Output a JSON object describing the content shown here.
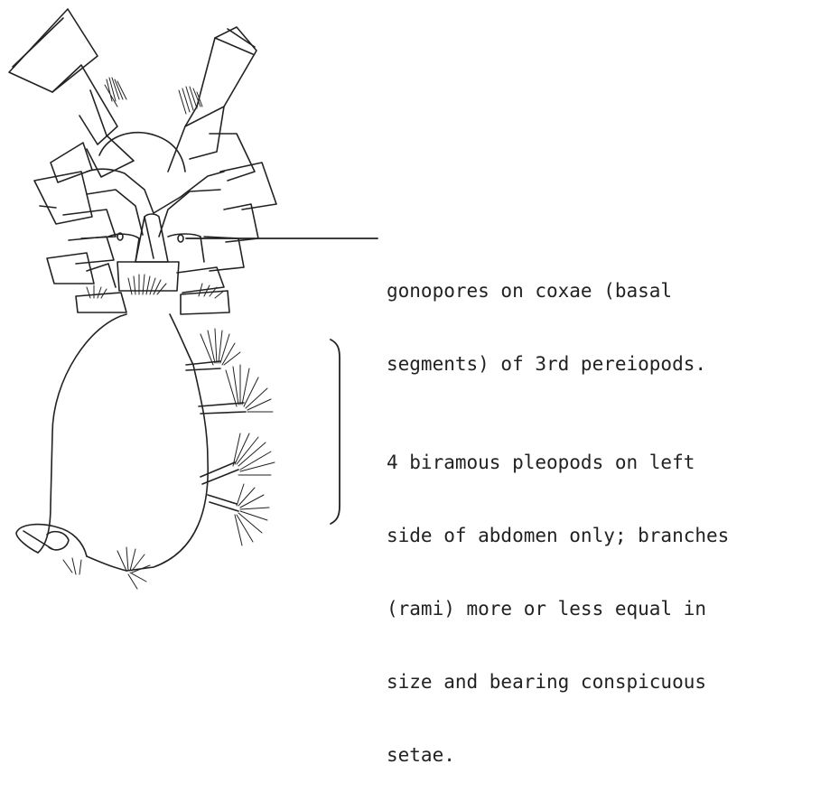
{
  "colors": {
    "line": "#222222",
    "background": "#ffffff"
  },
  "annotations": {
    "gonopores": {
      "lines": [
        "gonopores on coxae (basal",
        "segments) of 3rd pereiopods."
      ]
    },
    "pleopods": {
      "lines": [
        "4 biramous pleopods on left",
        "side of abdomen only; branches",
        "(rami) more or less equal in",
        "size and bearing conspicuous",
        "setae."
      ]
    }
  }
}
